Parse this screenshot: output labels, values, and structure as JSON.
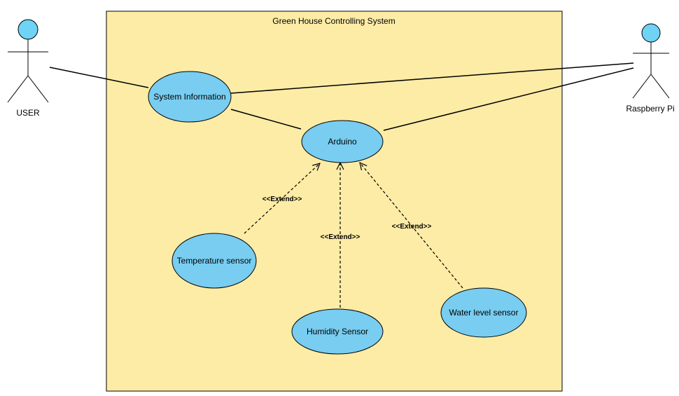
{
  "system": {
    "title": "Green House Controlling System",
    "fill_color": "#fdeca6"
  },
  "actors": {
    "user": {
      "label": "USER"
    },
    "raspberry": {
      "label": "Raspberry Pi"
    },
    "head_color": "#6fd3f5"
  },
  "use_cases": {
    "system_info": {
      "label": "System Information"
    },
    "arduino": {
      "label": "Arduino"
    },
    "temperature": {
      "label": "Temperature sensor"
    },
    "humidity": {
      "label": "Humidity Sensor"
    },
    "water_level": {
      "label": "Water level sensor"
    },
    "fill_color": "#78cdf1"
  },
  "relations": {
    "extend_label": "<<Extend>>"
  }
}
